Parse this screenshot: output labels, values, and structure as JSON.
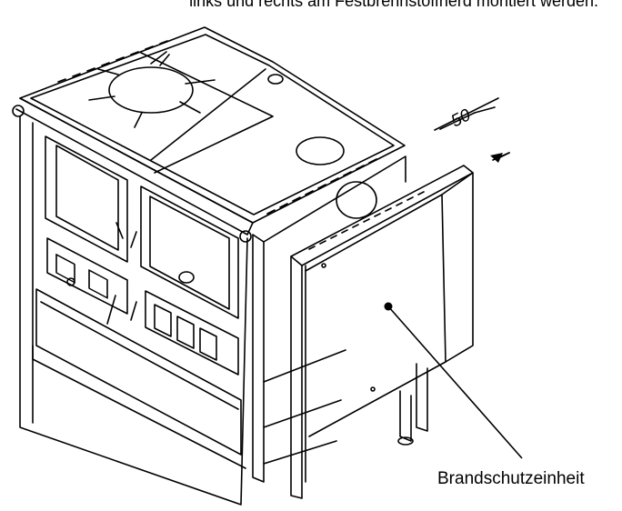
{
  "caption": "links und rechts am Festbrennstoffherd montiert werden.",
  "dimension": {
    "value": "50"
  },
  "callout": {
    "label": "Brandschutzeinheit"
  },
  "icons": [
    "stove-drawing",
    "fire-protection-unit-drawing",
    "dimension-arrow-icon",
    "callout-dot-icon"
  ]
}
